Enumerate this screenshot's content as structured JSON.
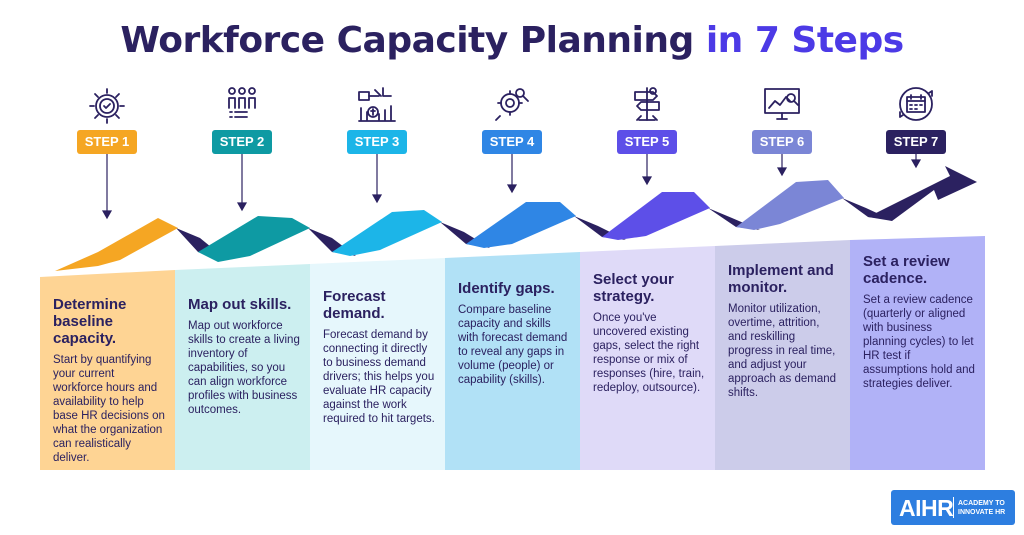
{
  "title": {
    "main": "Workforce Capacity Planning",
    "accent": "in 7 Steps"
  },
  "steps": [
    {
      "label": "STEP 1",
      "heading": "Determine baseline capacity.",
      "body": "Start by quantifying your current workforce hours and availability to help base HR decisions on what the organization can realistically deliver.",
      "icon": "clock-gear-icon",
      "color": "#f5a623",
      "panel_color": "#fed494"
    },
    {
      "label": "STEP 2",
      "heading": "Map out skills.",
      "body": "Map out workforce skills to create a living inventory of capabilities, so you can align workforce profiles with business outcomes.",
      "icon": "team-checklist-icon",
      "color": "#0e9aa3",
      "panel_color": "#cceff0"
    },
    {
      "label": "STEP 3",
      "heading": "Forecast demand.",
      "body": "Forecast demand by connecting it directly to business demand drivers; this helps you evaluate HR capacity against the work required to hit targets.",
      "icon": "telescope-chart-icon",
      "color": "#1cb5e8",
      "panel_color": "#e6f7fc"
    },
    {
      "label": "STEP 4",
      "heading": "Identify gaps.",
      "body": "Compare baseline capacity and skills with forecast demand to reveal any gaps in volume (people) or capability (skills).",
      "icon": "gear-magnifier-icon",
      "color": "#2f86e5",
      "panel_color": "#b1e1f6"
    },
    {
      "label": "STEP 5",
      "heading": "Select your strategy.",
      "body": "Once you've uncovered existing gaps, select the right response or mix of responses (hire, train, redeploy, outsource).",
      "icon": "signpost-icon",
      "color": "#5d4fe8",
      "panel_color": "#dfdaf8"
    },
    {
      "label": "STEP 6",
      "heading": "Implement and monitor.",
      "body": "Monitor utilization, overtime, attrition, and reskilling progress in real time, and adjust your approach as demand shifts.",
      "icon": "monitor-chart-icon",
      "color": "#7b86d6",
      "panel_color": "#ccccea"
    },
    {
      "label": "STEP 7",
      "heading": "Set a review cadence.",
      "body": "Set a review cadence (quarterly or aligned with business planning cycles) to let HR test if assumptions hold and strategies deliver.",
      "icon": "calendar-cycle-icon",
      "color": "#2b2160",
      "panel_color": "#b1b2f7"
    }
  ],
  "logo": {
    "name": "AIHR",
    "tagline": "ACADEMY TO INNOVATE HR"
  }
}
